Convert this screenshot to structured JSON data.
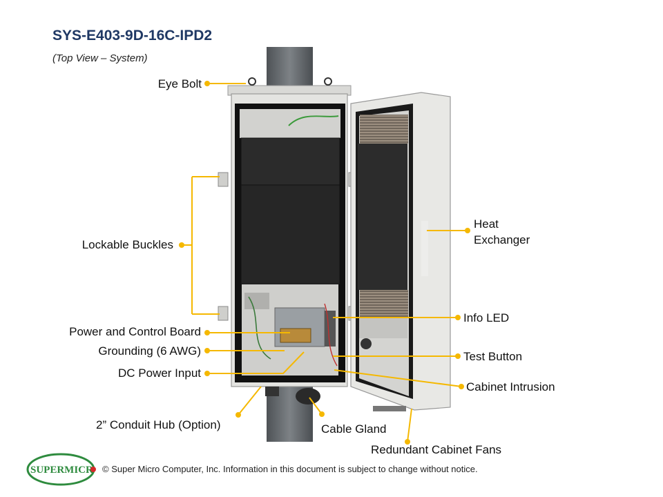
{
  "header": {
    "title": "SYS-E403-9D-16C-IPD2",
    "subtitle": "(Top View – System)"
  },
  "labels": {
    "eye_bolt": "Eye Bolt",
    "lockable_buckles": "Lockable Buckles",
    "power_control_board": "Power and Control Board",
    "grounding": "Grounding (6 AWG)",
    "dc_power_input": "DC Power Input",
    "conduit_hub": "2” Conduit Hub (Option)",
    "cable_gland": "Cable Gland",
    "redundant_fans": "Redundant Cabinet Fans",
    "heat_exchanger_1": "Heat",
    "heat_exchanger_2": "Exchanger",
    "info_led": "Info LED",
    "test_button": "Test Button",
    "cabinet_intrusion": "Cabinet Intrusion"
  },
  "footer": {
    "logo_text": "SUPERMICR",
    "copyright": "© Super Micro Computer, Inc. Information in this document is subject to change without notice."
  },
  "colors": {
    "title": "#1f3864",
    "callout": "#f5b800",
    "logo_green": "#2e8b3e",
    "logo_red": "#d62828"
  }
}
